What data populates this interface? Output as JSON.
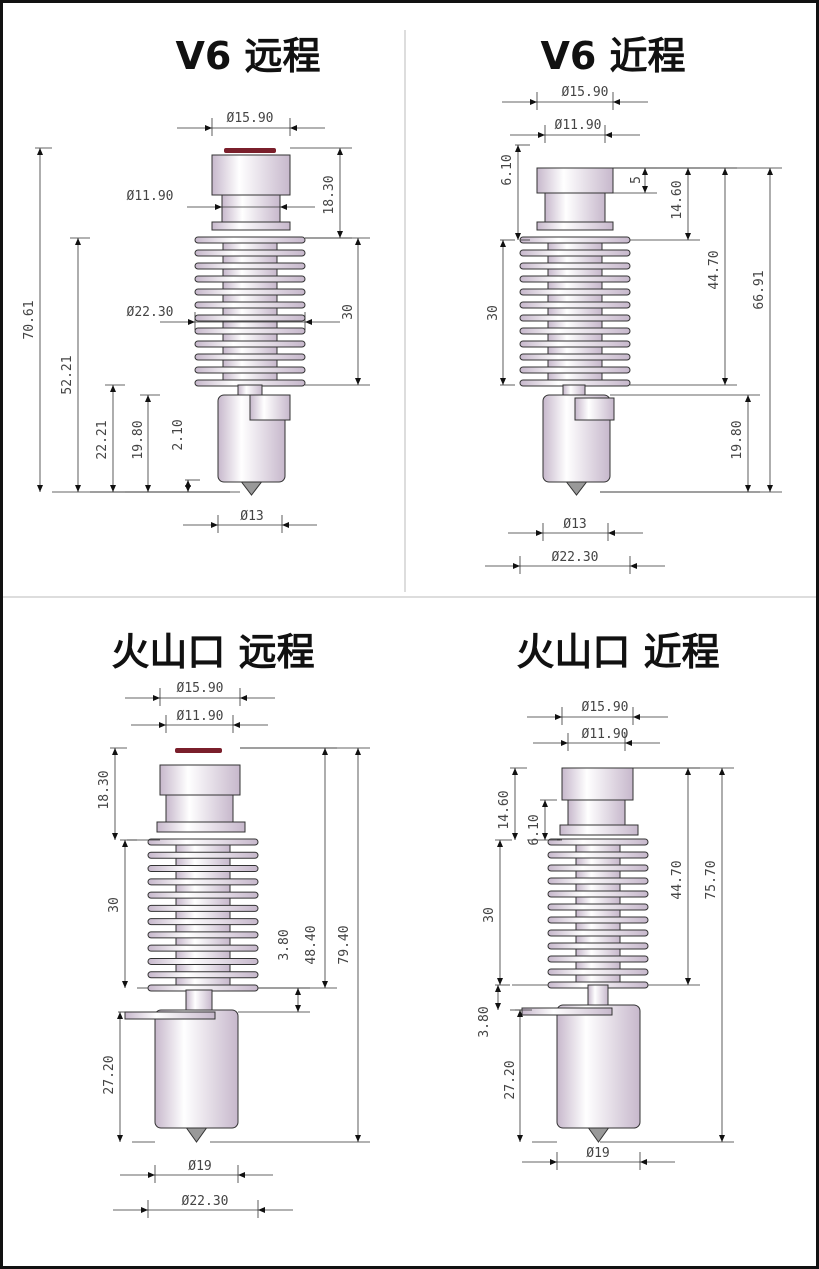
{
  "panels": [
    {
      "title": "V6 远程",
      "dims": [
        "Ø15.90",
        "Ø11.90",
        "Ø22.30",
        "70.61",
        "52.21",
        "22.21",
        "19.80",
        "2.10",
        "18.30",
        "30",
        "Ø13"
      ]
    },
    {
      "title": "V6 近程",
      "dims": [
        "Ø15.90",
        "Ø11.90",
        "6.10",
        "5",
        "14.60",
        "44.70",
        "66.91",
        "30",
        "19.80",
        "Ø13",
        "Ø22.30"
      ]
    },
    {
      "title": "火山口 远程",
      "dims": [
        "Ø15.90",
        "Ø11.90",
        "18.30",
        "30",
        "3.80",
        "48.40",
        "79.40",
        "27.20",
        "Ø19",
        "Ø22.30"
      ]
    },
    {
      "title": "火山口 近程",
      "dims": [
        "Ø15.90",
        "Ø11.90",
        "14.60",
        "6.10",
        "30",
        "44.70",
        "75.70",
        "3.80",
        "27.20",
        "Ø19"
      ]
    }
  ],
  "colors": {
    "metal_light": "#ffffff",
    "metal_dark": "#c7b8cc",
    "cap": "#7a1f2b",
    "line": "#333333"
  }
}
